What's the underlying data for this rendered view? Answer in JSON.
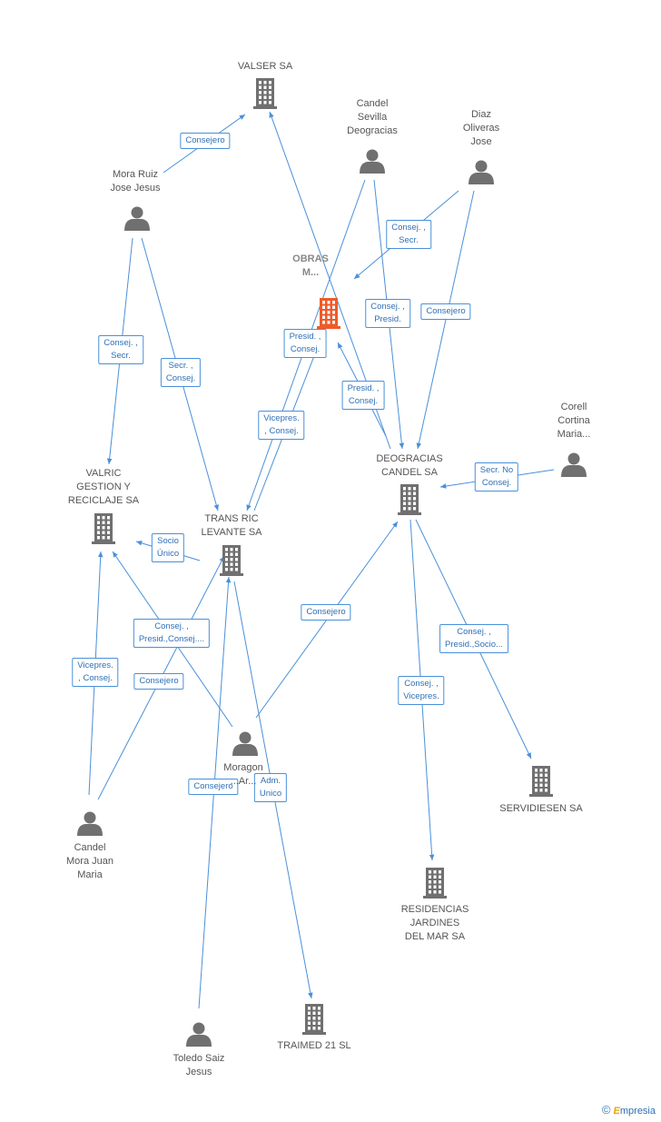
{
  "nodes": [
    {
      "id": "valser",
      "type": "company",
      "label": "VALSER SA"
    },
    {
      "id": "obras",
      "type": "company",
      "label": "OBRAS\nM...",
      "focus": true
    },
    {
      "id": "deogracias",
      "type": "company",
      "label": "DEOGRACIAS\nCANDEL SA"
    },
    {
      "id": "valric",
      "type": "company",
      "label": "VALRIC\nGESTION Y\nRECICLAJE SA"
    },
    {
      "id": "transric",
      "type": "company",
      "label": "TRANS RIC\nLEVANTE SA"
    },
    {
      "id": "servidiesen",
      "type": "company",
      "label": "SERVIDIESEN SA"
    },
    {
      "id": "residencias",
      "type": "company",
      "label": "RESIDENCIAS\nJARDINES\nDEL MAR SA"
    },
    {
      "id": "traimed",
      "type": "company",
      "label": "TRAIMED 21 SL"
    },
    {
      "id": "candel_sevilla",
      "type": "person",
      "label": "Candel\nSevilla\nDeogracias"
    },
    {
      "id": "diaz",
      "type": "person",
      "label": "Diaz\nOliveras\nJose"
    },
    {
      "id": "mora_ruiz",
      "type": "person",
      "label": "Mora Ruiz\nJose Jesus"
    },
    {
      "id": "corell",
      "type": "person",
      "label": "Corell\nCortina\nMaria..."
    },
    {
      "id": "moragon",
      "type": "person",
      "label": "Moragon\n...Ar..."
    },
    {
      "id": "candel_mora",
      "type": "person",
      "label": "Candel\nMora Juan\nMaria"
    },
    {
      "id": "toledo",
      "type": "person",
      "label": "Toledo Saiz\nJesus"
    }
  ],
  "edges": [
    {
      "from": "mora_ruiz",
      "to": "valser",
      "label": "Consejero"
    },
    {
      "from": "candel_sevilla",
      "to": "transric",
      "label": "Vicepres.\n, Consej."
    },
    {
      "from": "candel_sevilla",
      "to": "deogracias",
      "label": "Consej. ,\nPresid."
    },
    {
      "from": "diaz",
      "to": "obras",
      "label": "Consej. ,\nSecr."
    },
    {
      "from": "diaz",
      "to": "deogracias",
      "label": "Consejero"
    },
    {
      "from": "deogracias",
      "to": "valser",
      "label": ""
    },
    {
      "from": "deogracias",
      "to": "obras",
      "label": "Presid. ,\nConsej."
    },
    {
      "from": "transric",
      "to": "obras",
      "label": "Presid. ,\nConsej."
    },
    {
      "from": "mora_ruiz",
      "to": "valric",
      "label": "Consej. ,\nSecr."
    },
    {
      "from": "mora_ruiz",
      "to": "transric",
      "label": "Secr. ,\nConsej."
    },
    {
      "from": "corell",
      "to": "deogracias",
      "label": "Secr.  No\nConsej."
    },
    {
      "from": "transric",
      "to": "valric",
      "label": "Socio\nÚnico"
    },
    {
      "from": "moragon",
      "to": "valric",
      "label": "Consej. ,\nPresid.,Consej...."
    },
    {
      "from": "moragon",
      "to": "deogracias",
      "label": "Consejero"
    },
    {
      "from": "candel_mora",
      "to": "valric",
      "label": "Vicepres.\n, Consej."
    },
    {
      "from": "candel_mora",
      "to": "transric",
      "label": "Consejero"
    },
    {
      "from": "toledo",
      "to": "transric",
      "label": "Consejero"
    },
    {
      "from": "transric",
      "to": "traimed",
      "label": "Adm.\nUnico"
    },
    {
      "from": "deogracias",
      "to": "servidiesen",
      "label": "Consej. ,\nPresid.,Socio..."
    },
    {
      "from": "deogracias",
      "to": "residencias",
      "label": "Consej. ,\nVicepres."
    }
  ],
  "colors": {
    "edge": "#4a90d9",
    "company": "#707070",
    "focus": "#f05a28",
    "person": "#707070"
  },
  "footer": {
    "copyright": "©",
    "brand_initial": "E",
    "brand_rest": "mpresia"
  }
}
